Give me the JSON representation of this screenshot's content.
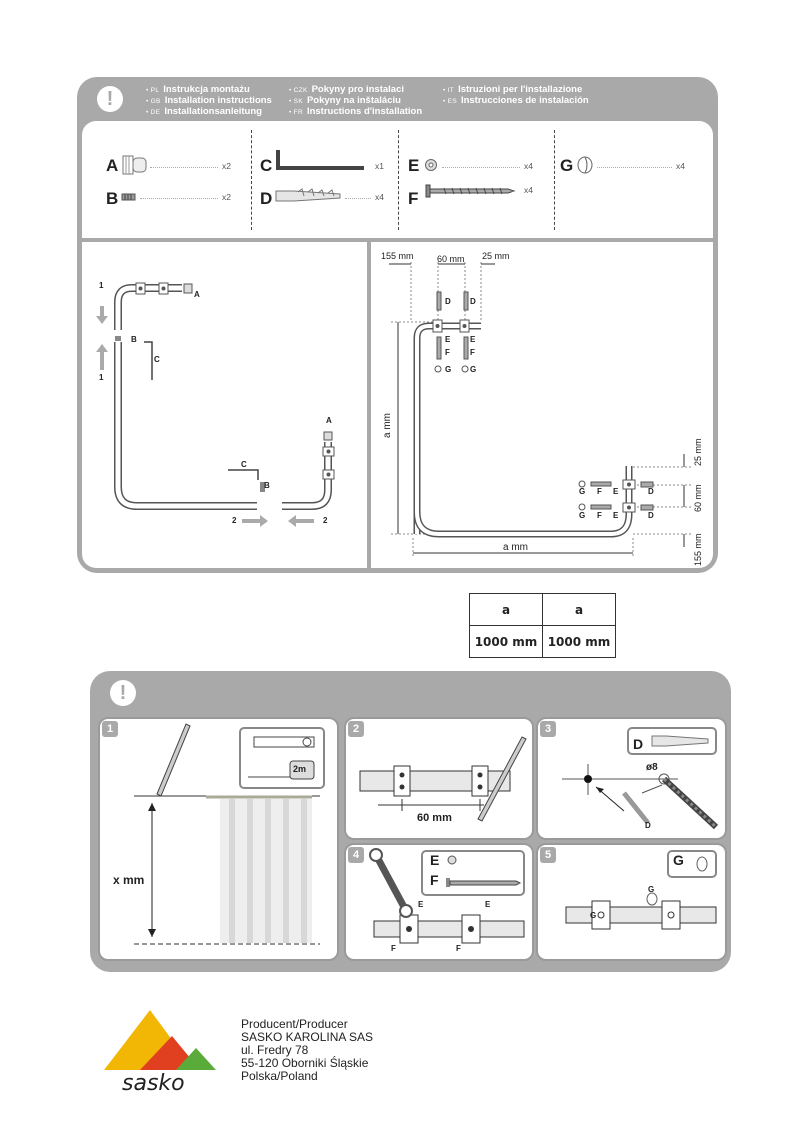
{
  "header": {
    "languages": [
      {
        "code": "• PL",
        "text": "Instrukcja montażu"
      },
      {
        "code": "• GB",
        "text": "Installation instructions"
      },
      {
        "code": "• DE",
        "text": "Installationsanleitung"
      },
      {
        "code": "• CZK",
        "text": "Pokyny pro instalaci"
      },
      {
        "code": "• SK",
        "text": "Pokyny na inštaláciu"
      },
      {
        "code": "• FR",
        "text": "Instructions d'installation"
      },
      {
        "code": "• IT",
        "text": "Istruzioni per l'installazione"
      },
      {
        "code": "• ES",
        "text": "Instrucciones de instalación"
      }
    ],
    "warning_symbol": "!"
  },
  "parts": [
    {
      "letter": "A",
      "qty": "x2"
    },
    {
      "letter": "B",
      "qty": "x2"
    },
    {
      "letter": "C",
      "qty": "x1"
    },
    {
      "letter": "D",
      "qty": "x4"
    },
    {
      "letter": "E",
      "qty": "x4"
    },
    {
      "letter": "F",
      "qty": "x4"
    },
    {
      "letter": "G",
      "qty": "x4"
    }
  ],
  "assembly": {
    "step1": "1",
    "step2": "2",
    "labels": {
      "a": "A",
      "b": "B",
      "c": "C"
    }
  },
  "dimensions": {
    "top_155": "155 mm",
    "top_60": "60 mm",
    "top_25": "25 mm",
    "left_a": "a mm",
    "bottom_a": "a mm",
    "right_25": "25 mm",
    "right_60": "60 mm",
    "right_155": "155 mm",
    "d": "D",
    "e": "E",
    "f": "F",
    "g": "G"
  },
  "size_table": {
    "headers": [
      "a",
      "a"
    ],
    "values": [
      "1000 mm",
      "1000 mm"
    ]
  },
  "steps": {
    "warning_symbol": "!",
    "s1": {
      "num": "1",
      "x": "x mm",
      "tape": "2m"
    },
    "s2": {
      "num": "2",
      "dist": "60 mm"
    },
    "s3": {
      "num": "3",
      "letter": "D",
      "drill": "ø8",
      "d": "D"
    },
    "s4": {
      "num": "4",
      "e": "E",
      "f": "F"
    },
    "s5": {
      "num": "5",
      "g": "G"
    }
  },
  "producer": {
    "lines": [
      "Producent/Producer",
      "SASKO KAROLINA SAS",
      "ul. Fredry 78",
      "55-120 Oborniki Śląskie",
      "Polska/Poland"
    ],
    "logo_text": "sasko"
  },
  "colors": {
    "panel_gray": "#a9a9a9",
    "logo_yellow": "#f2b705",
    "logo_red": "#e0401f",
    "logo_green": "#5aab3a"
  }
}
